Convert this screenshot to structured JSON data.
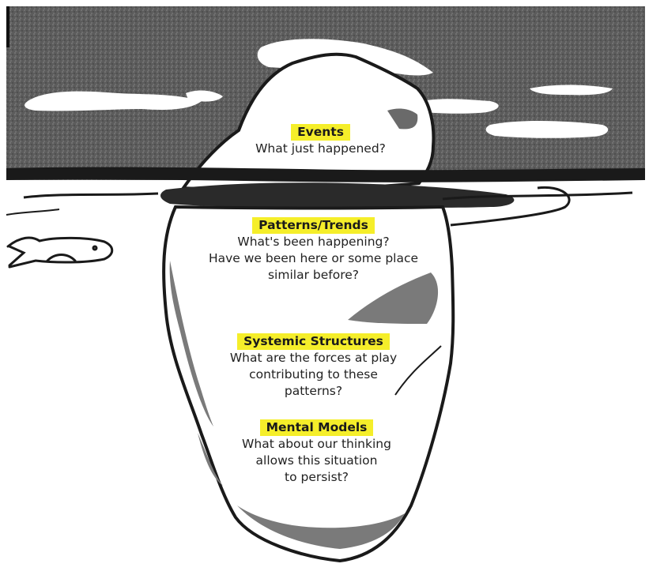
{
  "colors": {
    "sky": "#5c5c5c",
    "cloud": "#ffffff",
    "ice": "#ffffff",
    "ice_shadow": "#7a7a7a",
    "outline": "#1a1a1a",
    "highlight": "#f5ee2a"
  },
  "icons": [
    "whale-icon"
  ],
  "levels": [
    {
      "title": "Events",
      "question": "What just happened?"
    },
    {
      "title": "Patterns/Trends",
      "question": "What's been happening?\nHave we been here or some place\nsimilar before?"
    },
    {
      "title": "Systemic Structures",
      "question": "What are the forces at play\ncontributing to these\npatterns?"
    },
    {
      "title": "Mental Models",
      "question": "What about our thinking\nallows this situation\nto persist?"
    }
  ]
}
